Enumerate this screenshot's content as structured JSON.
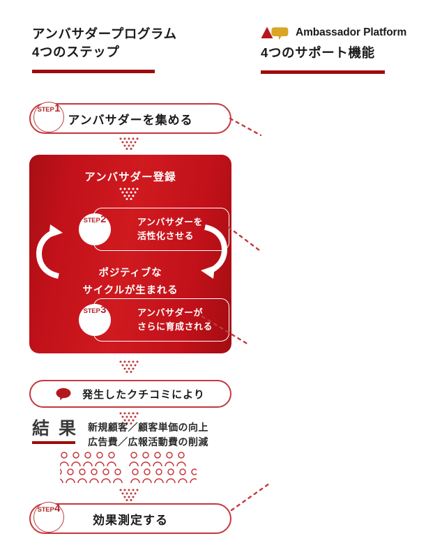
{
  "headings": {
    "left": {
      "line1": "アンバサダープログラム",
      "line2": "4つのステップ"
    },
    "right": {
      "logo_text": "Ambassador Platform",
      "title": "4つのサポート機能"
    }
  },
  "colors": {
    "brand_red": "#9e0b0b",
    "outline_red": "#c4373c",
    "panel_red_dark": "#a70f14",
    "panel_red_light": "#cf1a1f",
    "badge_text_red": "#b3282d",
    "logo_gold": "#d9a526",
    "logo_red": "#b3191c",
    "kanji_gray": "#3a3a3a"
  },
  "steps": {
    "step1": {
      "word": "STEP",
      "number": "1",
      "label": "アンバサダーを集める"
    },
    "step2": {
      "word": "STEP",
      "number": "2",
      "line1": "アンバサダーを",
      "line2": "活性化させる"
    },
    "step3": {
      "word": "STEP",
      "number": "3",
      "line1": "アンバサダーが",
      "line2": "さらに育成される"
    },
    "step4": {
      "word": "STEP",
      "number": "4",
      "label": "効果測定する"
    }
  },
  "panel": {
    "title": "アンバサダー登録",
    "cycle_line1": "ポジティブな",
    "cycle_line2": "サイクルが生まれる"
  },
  "bubble": {
    "icon": "speech-bubble-icon",
    "label": "発生したクチコミにより"
  },
  "result": {
    "kanji": "結 果",
    "line1": "新規顧客／顧客単価の向上",
    "line2": "広告費／広報活動費の削減"
  },
  "people": {
    "row1_left_count": 5,
    "row1_right_count": 5,
    "row2_left_count": 6,
    "row2_right_count": 6
  }
}
